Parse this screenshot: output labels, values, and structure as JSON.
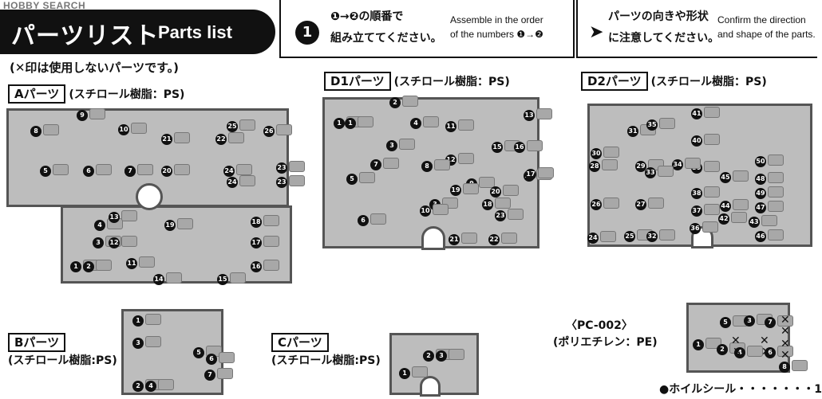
{
  "watermark": "HOBBY SEARCH",
  "header": {
    "title_jp": "パーツリスト",
    "title_en": "Parts list"
  },
  "instructions": {
    "step_number": "1",
    "order_jp_line1": "❶→❷の順番で",
    "order_jp_line2": "組み立ててください。",
    "order_en_line1": "Assemble in the order",
    "order_en_line2": "of the numbers ❶→❷",
    "direction_jp_line1": "パーツの向きや形状",
    "direction_jp_line2": "に注意してください。",
    "direction_en_line1": "Confirm the direction",
    "direction_en_line2": "and shape of the parts."
  },
  "note": "(✕印は使用しないパーツです。)",
  "parts": {
    "a": {
      "label": "Aパーツ",
      "material": "(スチロール樹脂：PS)"
    },
    "d1": {
      "label": "D1パーツ",
      "material": "(スチロール樹脂：PS)"
    },
    "d2": {
      "label": "D2パーツ",
      "material": "(スチロール樹脂：PS)"
    },
    "b": {
      "label": "Bパーツ",
      "material": "(スチロール樹脂:PS)"
    },
    "c": {
      "label": "Cパーツ",
      "material": "(スチロール樹脂:PS)"
    },
    "pc": {
      "label": "〈PC-002〉",
      "material": "(ポリエチレン：PE)"
    }
  },
  "seal": "●ホイルシール・・・・・・・1",
  "runner_a_numbers": [
    "9",
    "8",
    "10",
    "7",
    "5",
    "6",
    "7",
    "4",
    "3",
    "1",
    "2",
    "13",
    "11",
    "14",
    "12",
    "20",
    "19",
    "21",
    "22",
    "25",
    "26",
    "24",
    "23",
    "23",
    "24",
    "18",
    "17",
    "16",
    "15"
  ],
  "runner_d1_numbers": [
    "2",
    "1",
    "1",
    "3",
    "4",
    "3",
    "11",
    "13",
    "15",
    "16",
    "14",
    "12",
    "10",
    "7",
    "5",
    "8",
    "9",
    "6",
    "17",
    "19",
    "18",
    "20",
    "23",
    "22",
    "21"
  ],
  "runner_d2_numbers": [
    "41",
    "40",
    "39",
    "31",
    "35",
    "30",
    "28",
    "29",
    "34",
    "33",
    "48",
    "45",
    "50",
    "27",
    "26",
    "38",
    "37",
    "42",
    "44",
    "43",
    "47",
    "49",
    "46",
    "25",
    "24",
    "32",
    "36"
  ],
  "runner_b_numbers": [
    "1",
    "3",
    "5",
    "6",
    "7",
    "2",
    "4"
  ],
  "runner_c_numbers": [
    "2",
    "3",
    "1"
  ],
  "runner_pc_numbers": [
    "5",
    "3",
    "7",
    "1",
    "2",
    "4",
    "6",
    "8"
  ],
  "runner_pc_cross": "✕"
}
